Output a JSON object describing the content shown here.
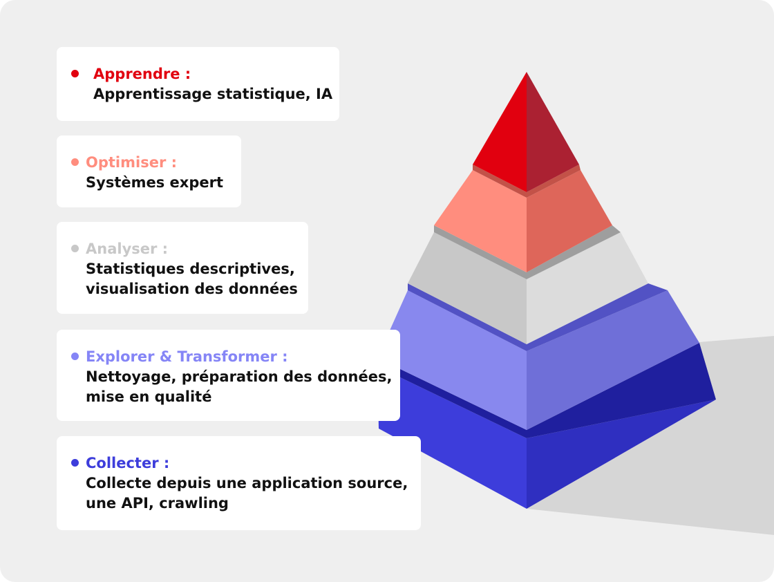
{
  "levels": [
    {
      "title": "Apprendre :",
      "description": "Apprentissage statistique, IA",
      "color": "#e1000f"
    },
    {
      "title": "Optimiser :",
      "description": "Systèmes expert",
      "color": "#ff8d7e"
    },
    {
      "title": "Analyser :",
      "description": "Statistiques descriptives,\nvisualisation des données",
      "color": "#c8c8c8"
    },
    {
      "title": "Explorer & Transformer :",
      "description": "Nettoyage, préparation des données,\nmise en qualité",
      "color": "#8585f6"
    },
    {
      "title": "Collecter :",
      "description": "Collecte depuis une application source,\nune API, crawling",
      "color": "#3d3ddb"
    }
  ]
}
